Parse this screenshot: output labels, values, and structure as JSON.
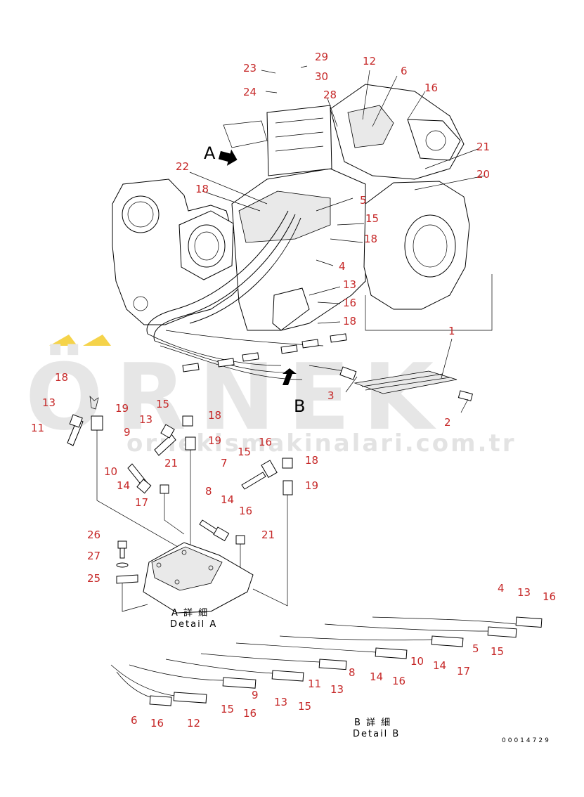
{
  "watermark": {
    "brand": "ÖRNEK",
    "url": "ornekismakinalari.com.tr",
    "accent_color": "#f5d34a"
  },
  "view_markers": {
    "a": "A",
    "b": "B"
  },
  "detail_a": {
    "jp": "A 詳 細",
    "en": "Detail A"
  },
  "detail_b": {
    "jp": "B 詳 細",
    "en": "Detail B"
  },
  "drawing_number": "00014729",
  "callouts_main": [
    "23",
    "29",
    "30",
    "24",
    "12",
    "6",
    "16",
    "28",
    "21",
    "20",
    "22",
    "18",
    "5",
    "15",
    "18",
    "4",
    "13",
    "16",
    "18",
    "1",
    "3",
    "2"
  ],
  "callouts_left": [
    "18",
    "13",
    "11",
    "19",
    "15",
    "18",
    "13",
    "9",
    "19",
    "7",
    "15",
    "16",
    "18",
    "10",
    "14",
    "21",
    "17",
    "19",
    "8",
    "14",
    "16",
    "21",
    "26",
    "27",
    "25"
  ],
  "callouts_detail_b": [
    "4",
    "13",
    "16",
    "5",
    "15",
    "10",
    "14",
    "17",
    "8",
    "14",
    "16",
    "11",
    "13",
    "9",
    "13",
    "15",
    "15",
    "16",
    "6",
    "16",
    "12"
  ],
  "colors": {
    "callout": "#c62828",
    "line": "#000000"
  }
}
